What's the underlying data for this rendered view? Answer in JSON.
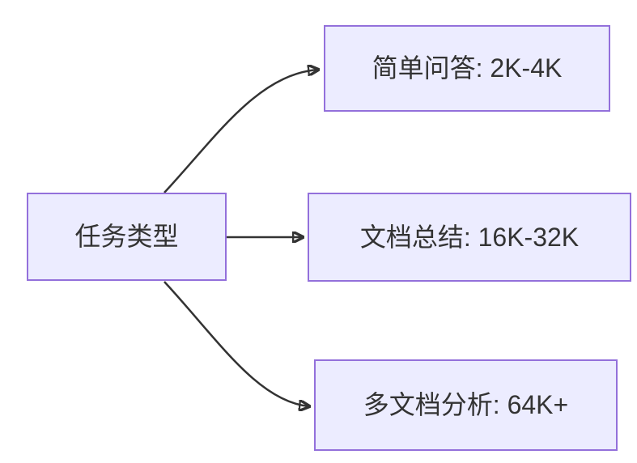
{
  "diagram": {
    "type": "flowchart-LR",
    "colors": {
      "node_fill": "#ECECFF",
      "node_border": "#9370DB",
      "edge": "#333333",
      "text": "#333333",
      "background": "#FFFFFF"
    },
    "root": {
      "label": "任务类型"
    },
    "branches": [
      {
        "label": "简单问答: 2K-4K"
      },
      {
        "label": "文档总结: 16K-32K"
      },
      {
        "label": "多文档分析: 64K+"
      }
    ],
    "edges": [
      {
        "from": "任务类型",
        "to": "简单问答: 2K-4K"
      },
      {
        "from": "任务类型",
        "to": "文档总结: 16K-32K"
      },
      {
        "from": "任务类型",
        "to": "多文档分析: 64K+"
      }
    ]
  }
}
